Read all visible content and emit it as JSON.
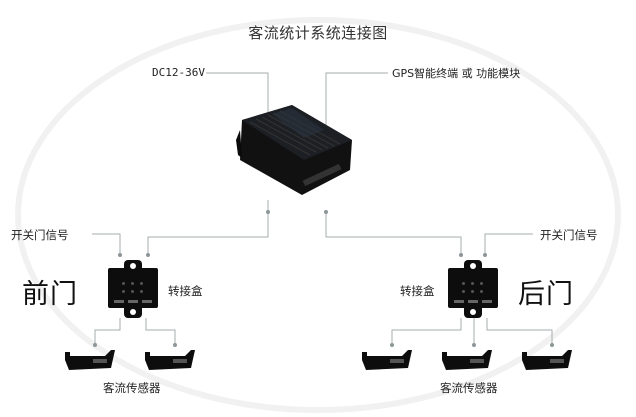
{
  "diagram": {
    "title": "客流统计系统连接图",
    "power_label": "DC12-36V",
    "gps_label": "GPS智能终端 或 功能模块",
    "front": {
      "door_label": "前门",
      "door_signal_label": "开关门信号",
      "junction_box_label": "转接盒",
      "sensor_label": "客流传感器",
      "sensor_count": 2
    },
    "rear": {
      "door_label": "后门",
      "door_signal_label": "开关门信号",
      "junction_box_label": "转接盒",
      "sensor_label": "客流传感器",
      "sensor_count": 3
    },
    "nodes": [
      {
        "id": "controller",
        "type": "main-controller-unit"
      },
      {
        "id": "power",
        "label": "DC12-36V"
      },
      {
        "id": "gps",
        "label": "GPS智能终端 或 功能模块"
      },
      {
        "id": "front-jbox",
        "label": "转接盒"
      },
      {
        "id": "rear-jbox",
        "label": "转接盒"
      },
      {
        "id": "front-sensor-1",
        "label": "客流传感器"
      },
      {
        "id": "front-sensor-2",
        "label": "客流传感器"
      },
      {
        "id": "rear-sensor-1",
        "label": "客流传感器"
      },
      {
        "id": "rear-sensor-2",
        "label": "客流传感器"
      },
      {
        "id": "rear-sensor-3",
        "label": "客流传感器"
      },
      {
        "id": "front-door-signal",
        "label": "开关门信号"
      },
      {
        "id": "rear-door-signal",
        "label": "开关门信号"
      }
    ],
    "edges": [
      {
        "from": "power",
        "to": "controller"
      },
      {
        "from": "gps",
        "to": "controller"
      },
      {
        "from": "controller",
        "to": "front-jbox"
      },
      {
        "from": "controller",
        "to": "rear-jbox"
      },
      {
        "from": "front-door-signal",
        "to": "front-jbox"
      },
      {
        "from": "rear-door-signal",
        "to": "rear-jbox"
      },
      {
        "from": "front-jbox",
        "to": "front-sensor-1"
      },
      {
        "from": "front-jbox",
        "to": "front-sensor-2"
      },
      {
        "from": "rear-jbox",
        "to": "rear-sensor-1"
      },
      {
        "from": "rear-jbox",
        "to": "rear-sensor-2"
      },
      {
        "from": "rear-jbox",
        "to": "rear-sensor-3"
      }
    ],
    "colors": {
      "connector_line": "#9aa3a6",
      "device_black": "#0d0d0d",
      "text": "#222222"
    }
  }
}
